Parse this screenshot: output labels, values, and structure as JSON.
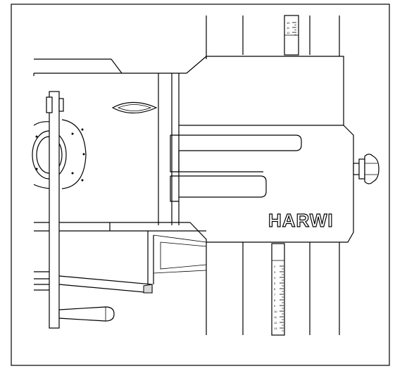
{
  "figure": {
    "brand_label": "HARWI",
    "scale_top": {
      "tick_labels": [
        "10",
        "11",
        "12"
      ]
    },
    "scale_bottom": {
      "tick_labels": [
        "2",
        "3",
        "4",
        "5",
        "6",
        "7",
        "8",
        "9",
        "10",
        "11",
        "12",
        "13"
      ]
    }
  }
}
